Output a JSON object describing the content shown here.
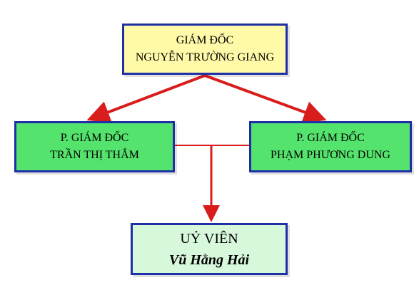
{
  "director": {
    "title": "GIÁM ĐỐC",
    "name": "NGUYỄN TRƯỜNG GIANG"
  },
  "deputy_left": {
    "title": "P. GIÁM ĐỐC",
    "name": "TRẦN THỊ THẮM"
  },
  "deputy_right": {
    "title": "P. GIÁM ĐỐC",
    "name": "PHẠM PHƯƠNG DUNG"
  },
  "member": {
    "title": "UỶ VIÊN",
    "name": "Vũ Hằng Hải"
  },
  "colors": {
    "box_border": "#1f2fa8",
    "director_fill": "#fffaa8",
    "deputy_fill": "#54e36d",
    "member_fill": "#d8f8dc",
    "connector": "#d91c1c"
  }
}
